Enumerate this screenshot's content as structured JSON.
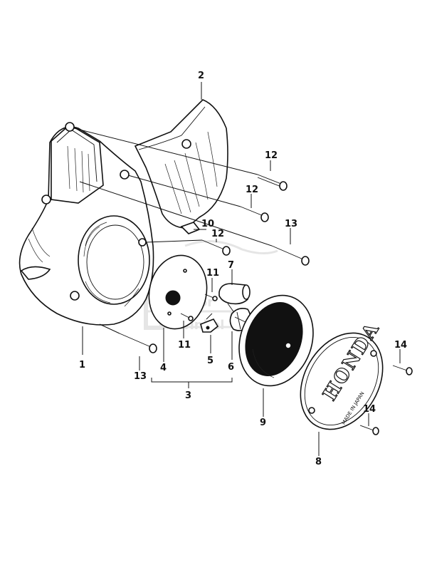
{
  "callouts": {
    "c1": "1",
    "c2": "2",
    "c3": "3",
    "c4": "4",
    "c5": "5",
    "c6": "6",
    "c7": "7",
    "c8": "8",
    "c9": "9",
    "c10": "10",
    "c11a": "11",
    "c11b": "11",
    "c12a": "12",
    "c12b": "12",
    "c12c": "12",
    "c13a": "13",
    "c13b": "13",
    "c14a": "14",
    "c14b": "14"
  },
  "cover_marking": {
    "logo": "HONDA",
    "made_in": "MADE IN JAPAN"
  },
  "watermark": {
    "line1": "Motor",
    "line2": "winkel"
  }
}
